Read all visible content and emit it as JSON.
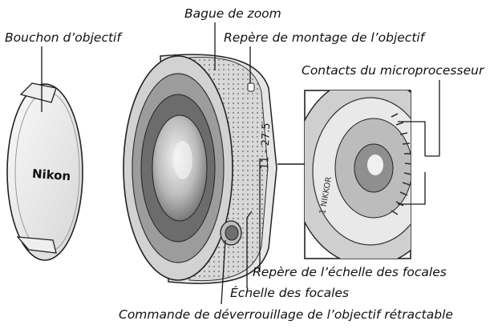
{
  "labels": {
    "zoom_ring": "Bague de zoom",
    "lens_cap": "Bouchon d’objectif",
    "mounting_mark": "Repère de montage de l’objectif",
    "cpu_contacts": "Contacts du microprocesseur",
    "focal_length_mark": "Repère de l’échelle des focales",
    "focal_length_scale": "Échelle des focales",
    "retract_button": "Commande de déverrouillage de l’objectif rétractable"
  },
  "cap_logo": "Nikon",
  "scale_text": "11 - 27.5",
  "mount_text": "1 NIKKOR",
  "colors": {
    "ring": "#cfcfcf",
    "body": "#e4e4e4",
    "dark": "#5a5a5a",
    "line": "#1a1a1a"
  }
}
